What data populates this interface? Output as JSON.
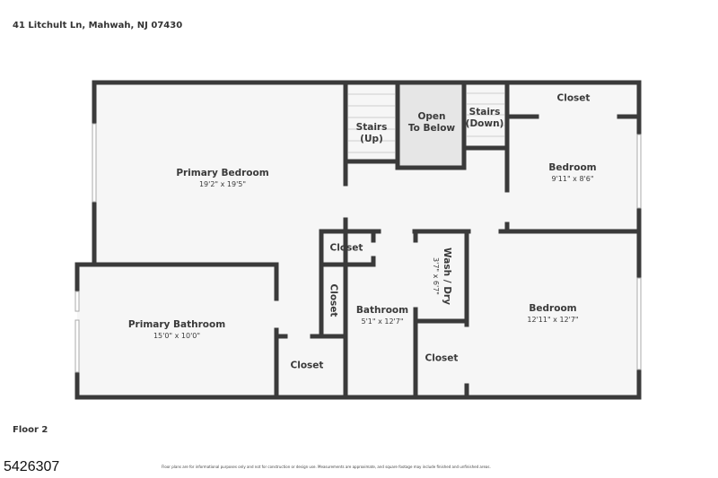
{
  "address": "41 Litchult Ln, Mahwah, NJ 07430",
  "floor_label": "Floor 2",
  "listing_id": "5426307",
  "disclaimer": "Floor plans are for informational purposes only and not for construction or design use. Measurements are approximate, and square footage may include finished and unfinished areas.",
  "rooms": {
    "primary_bedroom": {
      "name": "Primary Bedroom",
      "dims": "19'2\" x 19'5\""
    },
    "primary_bathroom": {
      "name": "Primary Bathroom",
      "dims": "15'0\" x 10'0\""
    },
    "stairs_up": {
      "name": "Stairs",
      "sub": "(Up)"
    },
    "open_below": {
      "name": "Open",
      "sub": "To Below"
    },
    "stairs_down": {
      "name": "Stairs",
      "sub": "(Down)"
    },
    "closet_top": {
      "name": "Closet"
    },
    "bedroom_upper": {
      "name": "Bedroom",
      "dims": "9'11\" x 8'6\""
    },
    "closet_small": {
      "name": "Closet"
    },
    "closet_vertical": {
      "name": "Closet"
    },
    "closet_lower": {
      "name": "Closet"
    },
    "bathroom": {
      "name": "Bathroom",
      "dims": "5'1\" x 12'7\""
    },
    "wash_dry": {
      "name": "Wash / Dry",
      "dims": "3'7\" x 6'7\""
    },
    "closet_wash": {
      "name": "Closet"
    },
    "bedroom_lower": {
      "name": "Bedroom",
      "dims": "12'11\" x 12'7\""
    }
  },
  "colors": {
    "wall": "#3a3a3a",
    "floor": "#f6f6f6",
    "open": "#e6e6e6"
  }
}
